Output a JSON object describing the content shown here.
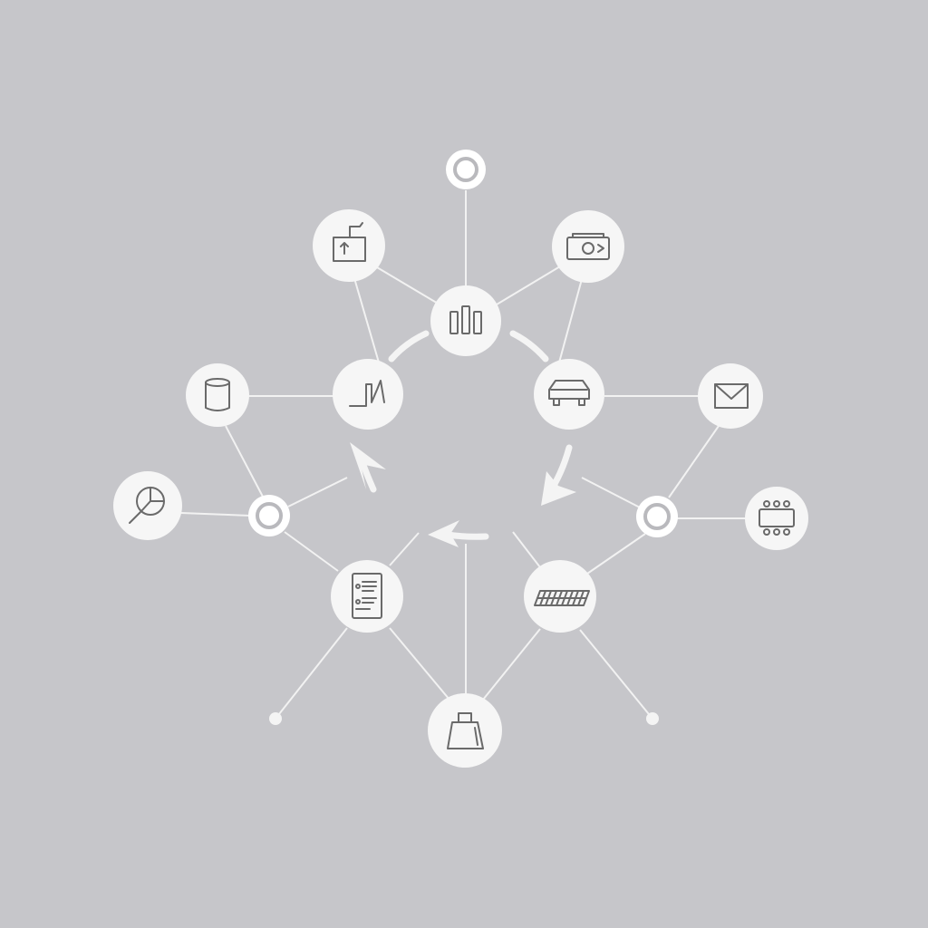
{
  "diagram": {
    "background_color": "#c6c6ca",
    "node_color": "#f6f6f6",
    "line_color": "#f2f2f2",
    "icon_color": "#6a6a6a",
    "flow_direction": "clockwise",
    "nodes": [
      {
        "id": "server-rack",
        "icon": "server-rack-icon",
        "role": "center-top"
      },
      {
        "id": "cash-register",
        "icon": "cash-register-icon",
        "role": "outer"
      },
      {
        "id": "money-bill",
        "icon": "money-bill-icon",
        "role": "outer"
      },
      {
        "id": "stats-chart",
        "icon": "stats-chart-icon",
        "role": "inner-left"
      },
      {
        "id": "delivery-car",
        "icon": "car-icon",
        "role": "inner-right"
      },
      {
        "id": "database",
        "icon": "database-icon",
        "role": "outer"
      },
      {
        "id": "email",
        "icon": "envelope-icon",
        "role": "outer"
      },
      {
        "id": "analytics-search",
        "icon": "magnifier-chart-icon",
        "role": "outer"
      },
      {
        "id": "team-meeting",
        "icon": "meeting-table-icon",
        "role": "outer"
      },
      {
        "id": "document-list",
        "icon": "document-list-icon",
        "role": "inner-bottom-left"
      },
      {
        "id": "keyboard",
        "icon": "keyboard-icon",
        "role": "inner-bottom-right"
      },
      {
        "id": "shopping-bag",
        "icon": "shopping-bag-icon",
        "role": "bottom"
      }
    ],
    "hubs": [
      "top-hub",
      "left-hub",
      "right-hub"
    ],
    "endpoints": [
      "endpoint-bottom-left",
      "endpoint-bottom-right"
    ],
    "links": [
      [
        "top-hub",
        "server-rack"
      ],
      [
        "server-rack",
        "cash-register"
      ],
      [
        "server-rack",
        "money-bill"
      ],
      [
        "cash-register",
        "stats-chart"
      ],
      [
        "money-bill",
        "delivery-car"
      ],
      [
        "stats-chart",
        "database"
      ],
      [
        "delivery-car",
        "email"
      ],
      [
        "database",
        "left-hub"
      ],
      [
        "analytics-search",
        "left-hub"
      ],
      [
        "left-hub",
        "document-list"
      ],
      [
        "email",
        "right-hub"
      ],
      [
        "team-meeting",
        "right-hub"
      ],
      [
        "right-hub",
        "keyboard"
      ],
      [
        "document-list",
        "shopping-bag"
      ],
      [
        "keyboard",
        "shopping-bag"
      ],
      [
        "document-list",
        "endpoint-bottom-left"
      ],
      [
        "keyboard",
        "endpoint-bottom-right"
      ],
      [
        "shopping-bag",
        "center-drop"
      ]
    ]
  }
}
